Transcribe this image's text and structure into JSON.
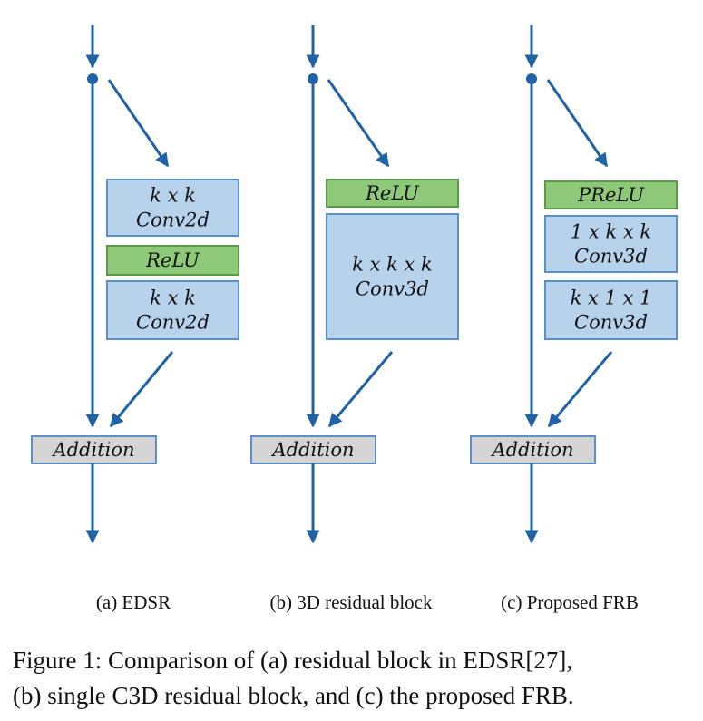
{
  "colors": {
    "arrow": "#1f63a6",
    "conv_fill": "#b7d3ec",
    "conv_stroke": "#5b8fc7",
    "relu_fill": "#8ec97a",
    "relu_stroke": "#5a9a4a",
    "add_fill": "#d4d4d4",
    "add_stroke": "#5b8fc7"
  },
  "panels": [
    {
      "id": "a",
      "caption": "(a) EDSR",
      "blocks": [
        {
          "type": "conv",
          "lines": [
            "k x k",
            "Conv2d"
          ]
        },
        {
          "type": "relu",
          "lines": [
            "ReLU"
          ]
        },
        {
          "type": "conv",
          "lines": [
            "k x k",
            "Conv2d"
          ]
        }
      ],
      "addition": "Addition"
    },
    {
      "id": "b",
      "caption": "(b) 3D residual block",
      "blocks": [
        {
          "type": "relu",
          "lines": [
            "ReLU"
          ]
        },
        {
          "type": "conv",
          "lines": [
            "k x k x k",
            "Conv3d"
          ]
        }
      ],
      "addition": "Addition"
    },
    {
      "id": "c",
      "caption": "(c) Proposed FRB",
      "blocks": [
        {
          "type": "relu",
          "lines": [
            "PReLU"
          ]
        },
        {
          "type": "conv",
          "lines": [
            "1 x k x k",
            "Conv3d"
          ]
        },
        {
          "type": "conv",
          "lines": [
            "k x 1 x 1",
            "Conv3d"
          ]
        }
      ],
      "addition": "Addition"
    }
  ],
  "figure_caption": {
    "line1": "Figure 1: Comparison of (a) residual block in EDSR[27],",
    "line2": "(b) single C3D residual block, and (c) the proposed FRB."
  }
}
